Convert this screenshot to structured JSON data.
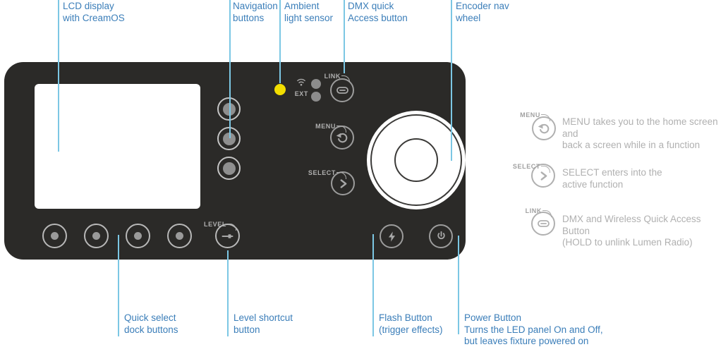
{
  "device": {
    "name": "LED panel control interface",
    "buttons": {
      "link_label": "LINK",
      "menu_label": "MENU",
      "select_label": "SELECT",
      "level_label": "LEVEL"
    },
    "indicators": {
      "ext_label": "EXT"
    },
    "icons": {
      "menu": "back-arrow",
      "select": "chevron-right",
      "link": "chain-link",
      "level": "slider",
      "flash": "lightning-bolt",
      "power": "power-symbol",
      "wireless": "wifi",
      "ambient_sensor": "yellow-dot"
    }
  },
  "callouts": {
    "top": [
      {
        "text": "LCD display\nwith CreamOS"
      },
      {
        "text": "Navigation\nbuttons"
      },
      {
        "text": "Ambient\nlight sensor"
      },
      {
        "text": "DMX quick\nAccess button"
      },
      {
        "text": "Encoder nav\nwheel"
      }
    ],
    "bottom": [
      {
        "text": "Quick select\ndock buttons"
      },
      {
        "text": "Level shortcut\nbutton"
      },
      {
        "text": "Flash Button\n(trigger effects)"
      },
      {
        "text": "Power Button\nTurns the LED panel On and Off,\nbut leaves fixture powered on"
      }
    ]
  },
  "legend": {
    "items": [
      {
        "label": "MENU",
        "icon": "back-arrow-icon",
        "text": "MENU takes you to the home screen and\nback a screen while in a function"
      },
      {
        "label": "SELECT",
        "icon": "chevron-right-icon",
        "text": "SELECT enters into the\nactive function"
      },
      {
        "label": "LINK",
        "icon": "chain-link-icon",
        "text": "DMX and Wireless Quick Access Button\n(HOLD to unlink Lumen Radio)"
      }
    ]
  },
  "colors": {
    "callout_line": "#7CC7E4",
    "callout_text": "#3B7EB9",
    "panel_bg": "#2B2A28",
    "legend_text": "#B0B0B0",
    "sensor_yellow": "#F2DE00",
    "button_stroke": "#9C9C9C"
  }
}
